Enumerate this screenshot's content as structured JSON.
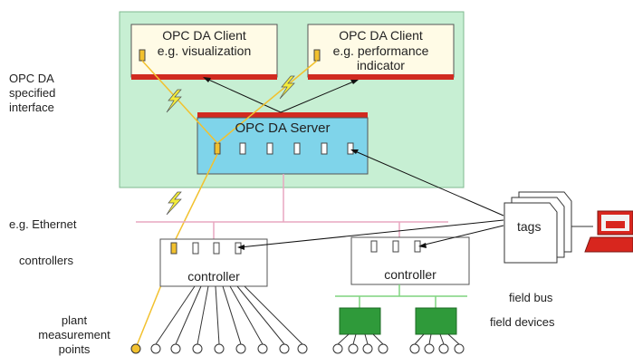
{
  "interface_label": "OPC DA\nspecified\ninterface",
  "client_a": {
    "title": "OPC DA Client",
    "subtitle": "e.g. visualization"
  },
  "client_b": {
    "title": "OPC DA Client",
    "subtitle": "e.g. performance\nindicator"
  },
  "server": {
    "title": "OPC DA Server"
  },
  "network_label": "e.g. Ethernet",
  "controllers_label": "controllers",
  "controller_a": {
    "title": "controller"
  },
  "controller_b": {
    "title": "controller"
  },
  "tags_label": "tags",
  "field_bus_label": "field bus",
  "field_devices_label": "field devices",
  "plant_label": "plant\nmeasurement\npoints",
  "colors": {
    "opc_area": "#c7efd3",
    "opc_area_border": "#7fb88f",
    "client_fill": "#fffbe6",
    "red_bar": "#d12a20",
    "server_fill": "#7fd4ea",
    "ethernet": "#e8a7c0",
    "field_bus": "#7fd47f",
    "device_fill": "#2f9a3a",
    "yellow_line": "#f2c12e",
    "lightning": "#f3ec3a",
    "laptop": "#d8261e"
  }
}
